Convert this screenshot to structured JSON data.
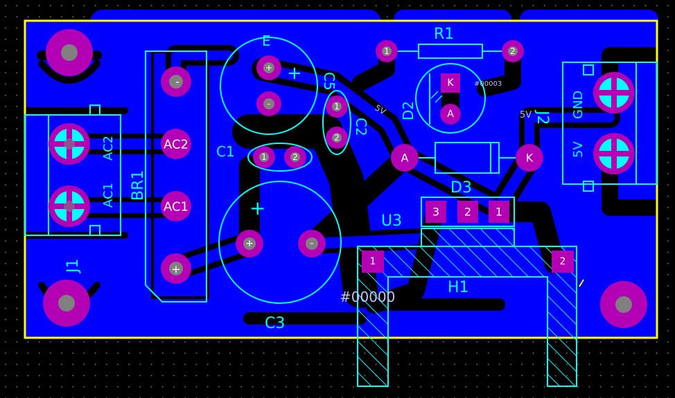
{
  "colors": {
    "background": "#000000",
    "copper": "#0000ff",
    "trace": "#000000",
    "pad": "#b400b4",
    "hole": "#808080",
    "silk": "#00ffff",
    "outline": "#ffff00",
    "padtext": "#ffffff"
  },
  "labels": {
    "r1": "R1",
    "e": "E",
    "c5": "C5",
    "c2": "C2",
    "d2": "D2",
    "c1": "C1",
    "br1": "BR1",
    "j1": "J1",
    "j2": "J2",
    "d3": "D3",
    "u3": "U3",
    "h1": "H1",
    "c3": "C3",
    "net_code_large": "#00000",
    "net_code_small": "#00003",
    "net_5v_a": "5V",
    "net_5v_b": "5V",
    "j1_ac1": "AC1",
    "j1_ac2": "AC2",
    "j2_5v": "5V",
    "j2_gnd": "GND"
  },
  "pads": {
    "br1_minus": "-",
    "br1_ac2": "AC2",
    "br1_ac1": "AC1",
    "br1_plus": "+",
    "e_plus": "+",
    "e_minus": "-",
    "c5_1": "1",
    "c5_2": "2",
    "c1_1": "1",
    "c1_2": "2",
    "c3_plus": "+",
    "c3_minus": "-",
    "r1_1": "1",
    "r1_2": "2",
    "d2_k": "K",
    "d2_a": "A",
    "d3_a": "A",
    "d3_k": "K",
    "u3_3": "3",
    "u3_2": "2",
    "u3_1": "1",
    "h1_1": "1",
    "h1_2": "2"
  },
  "silk_marks": {
    "e_plus": "+",
    "c3_plus": "+"
  }
}
